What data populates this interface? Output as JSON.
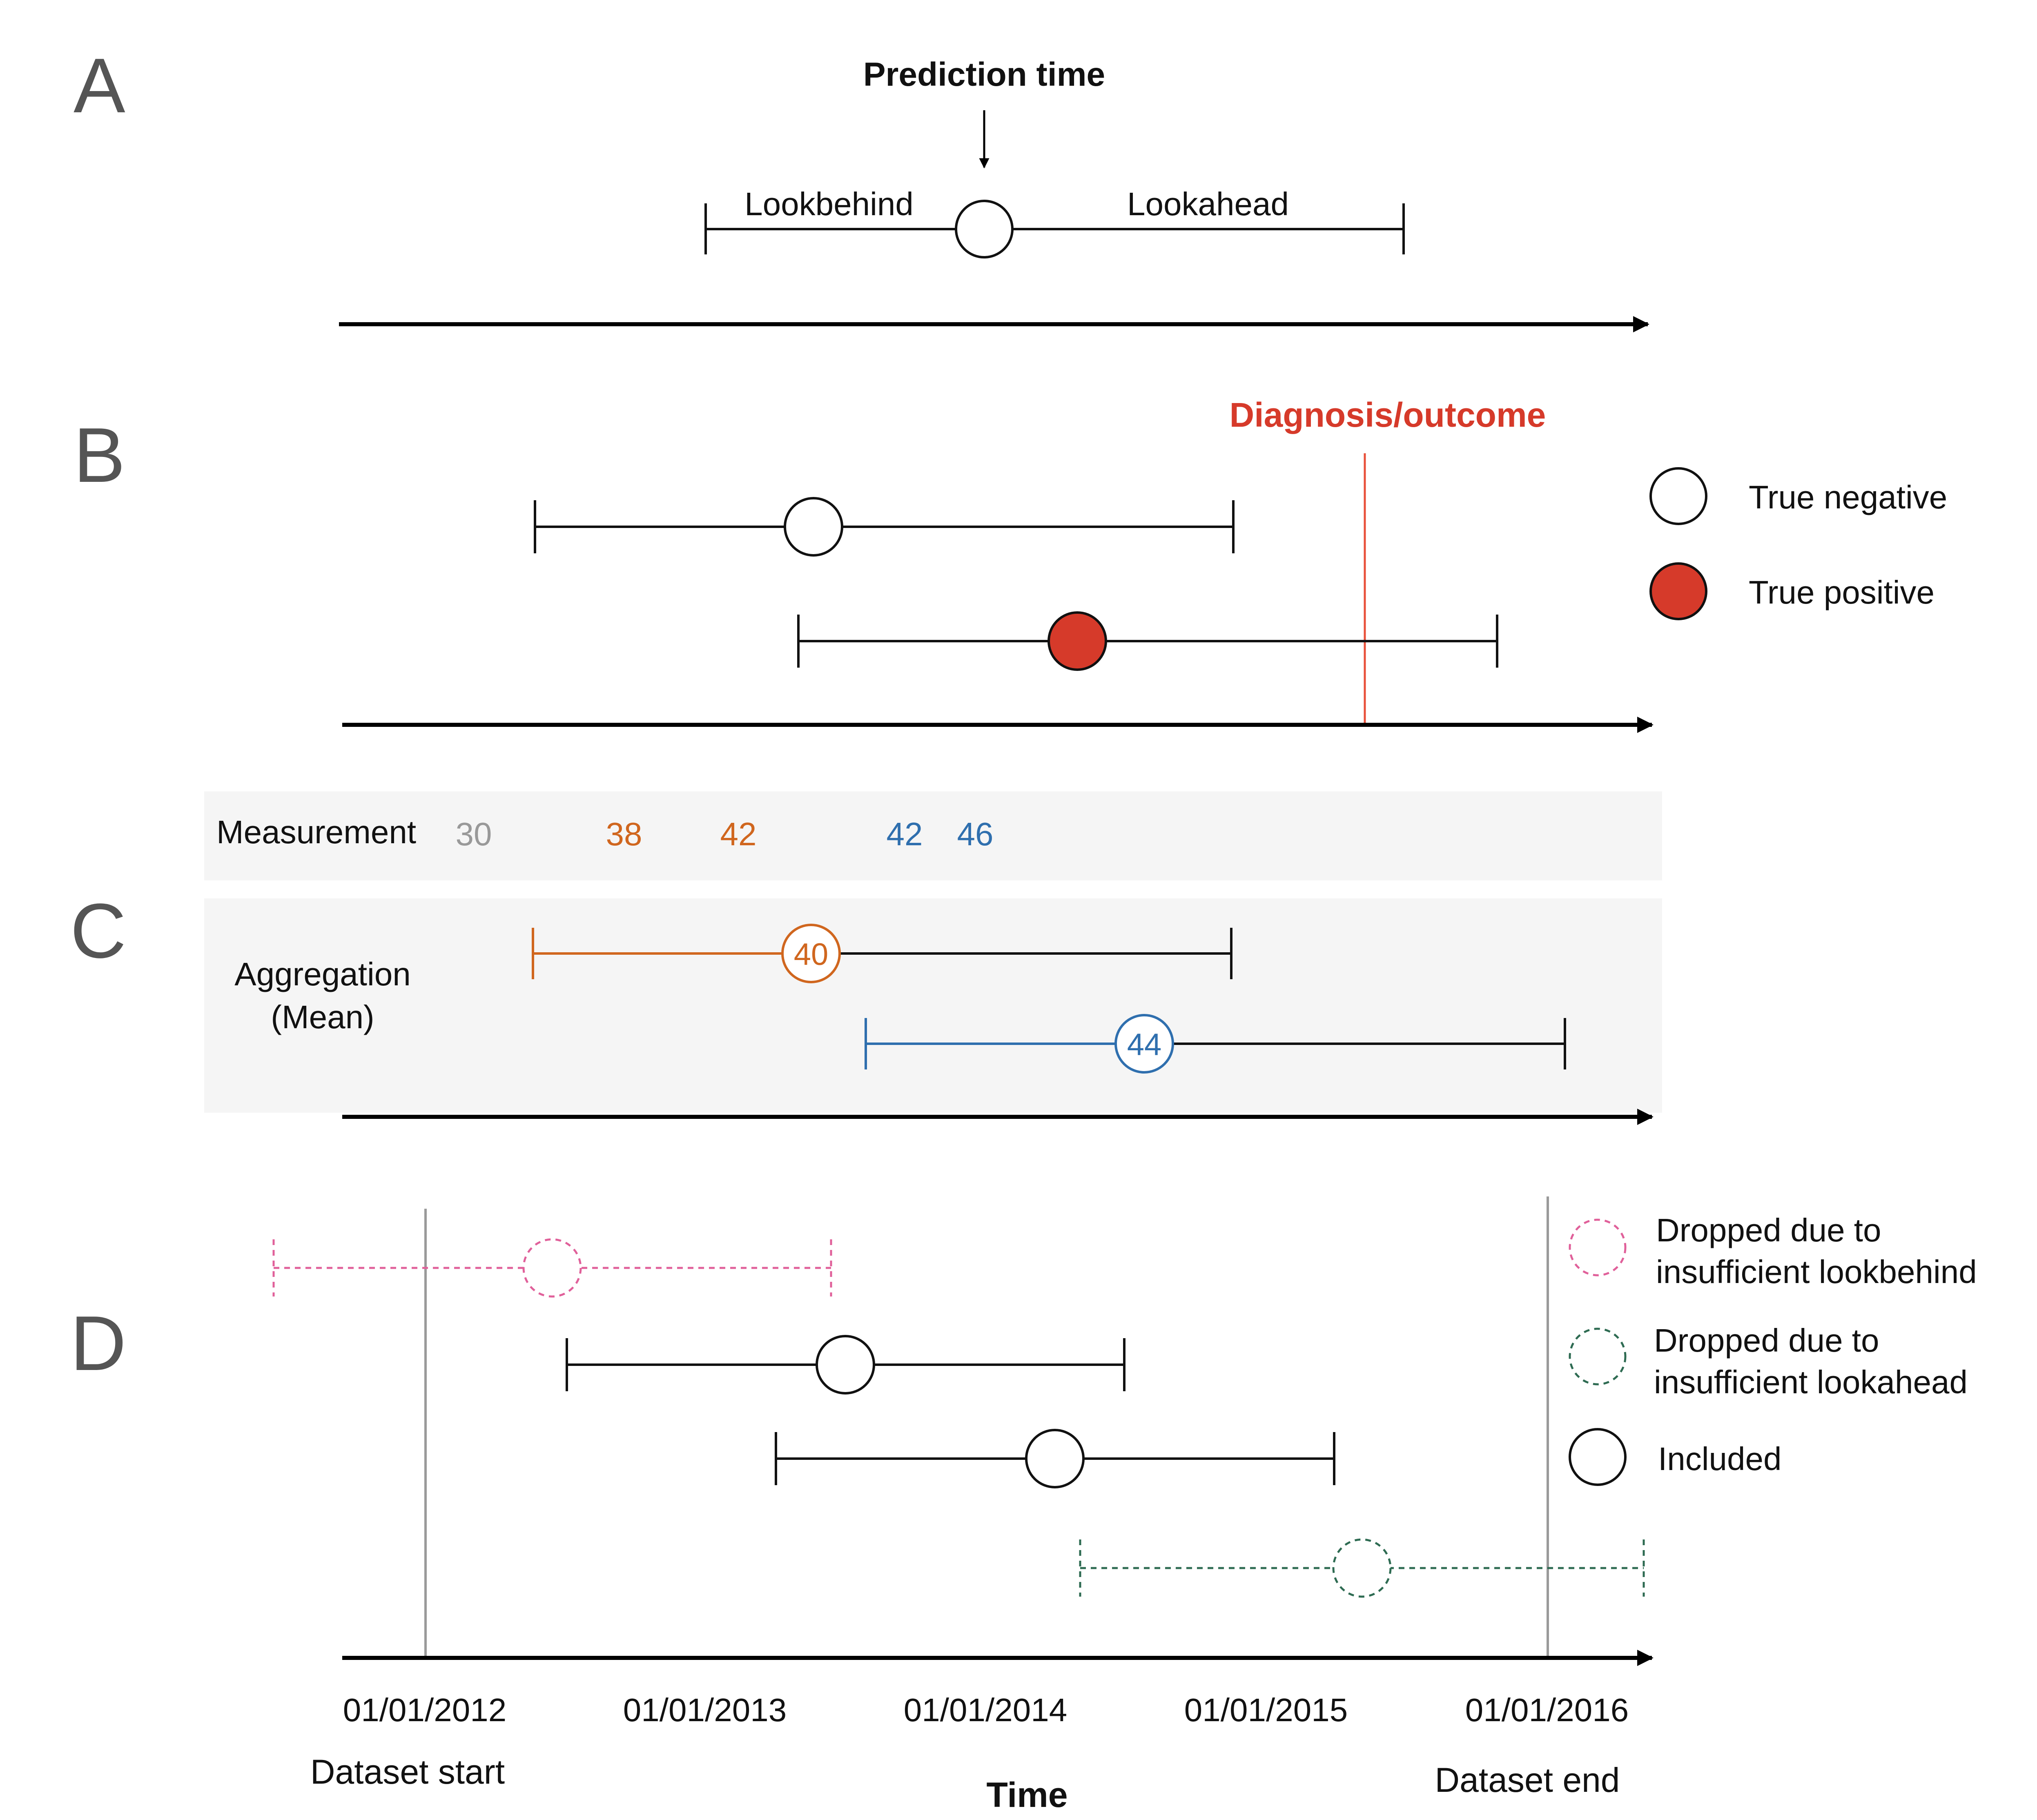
{
  "panels": {
    "a": "A",
    "b": "B",
    "c": "C",
    "d": "D"
  },
  "panel_a": {
    "prediction_time": "Prediction time",
    "lookbehind": "Lookbehind",
    "lookahead": "Lookahead"
  },
  "panel_b": {
    "outcome_label": "Diagnosis/outcome",
    "legend_true_negative": "True negative",
    "legend_true_positive": "True positive"
  },
  "panel_c": {
    "measurement_label": "Measurement",
    "aggregation_label_1": "Aggregation",
    "aggregation_label_2": "(Mean)",
    "measurements": [
      "30",
      "38",
      "42",
      "42",
      "46"
    ],
    "aggregates": [
      "40",
      "44"
    ]
  },
  "panel_d": {
    "legend_dropped_lookbehind_1": "Dropped due to",
    "legend_dropped_lookbehind_2": "insufficient lookbehind",
    "legend_dropped_lookahead_1": "Dropped due to",
    "legend_dropped_lookahead_2": "insufficient lookahead",
    "legend_included": "Included",
    "ticks": [
      "01/01/2012",
      "01/01/2013",
      "01/01/2014",
      "01/01/2015",
      "01/01/2016"
    ],
    "dataset_start": "Dataset start",
    "dataset_end": "Dataset end",
    "axis_title": "Time"
  },
  "colors": {
    "outcome_red": "#d63a2a",
    "orange": "#d0661e",
    "blue": "#2f6fae",
    "gray_value": "#999999",
    "pink": "#e0609a",
    "green": "#2e6b52",
    "panel_bg": "#f5f5f5"
  }
}
